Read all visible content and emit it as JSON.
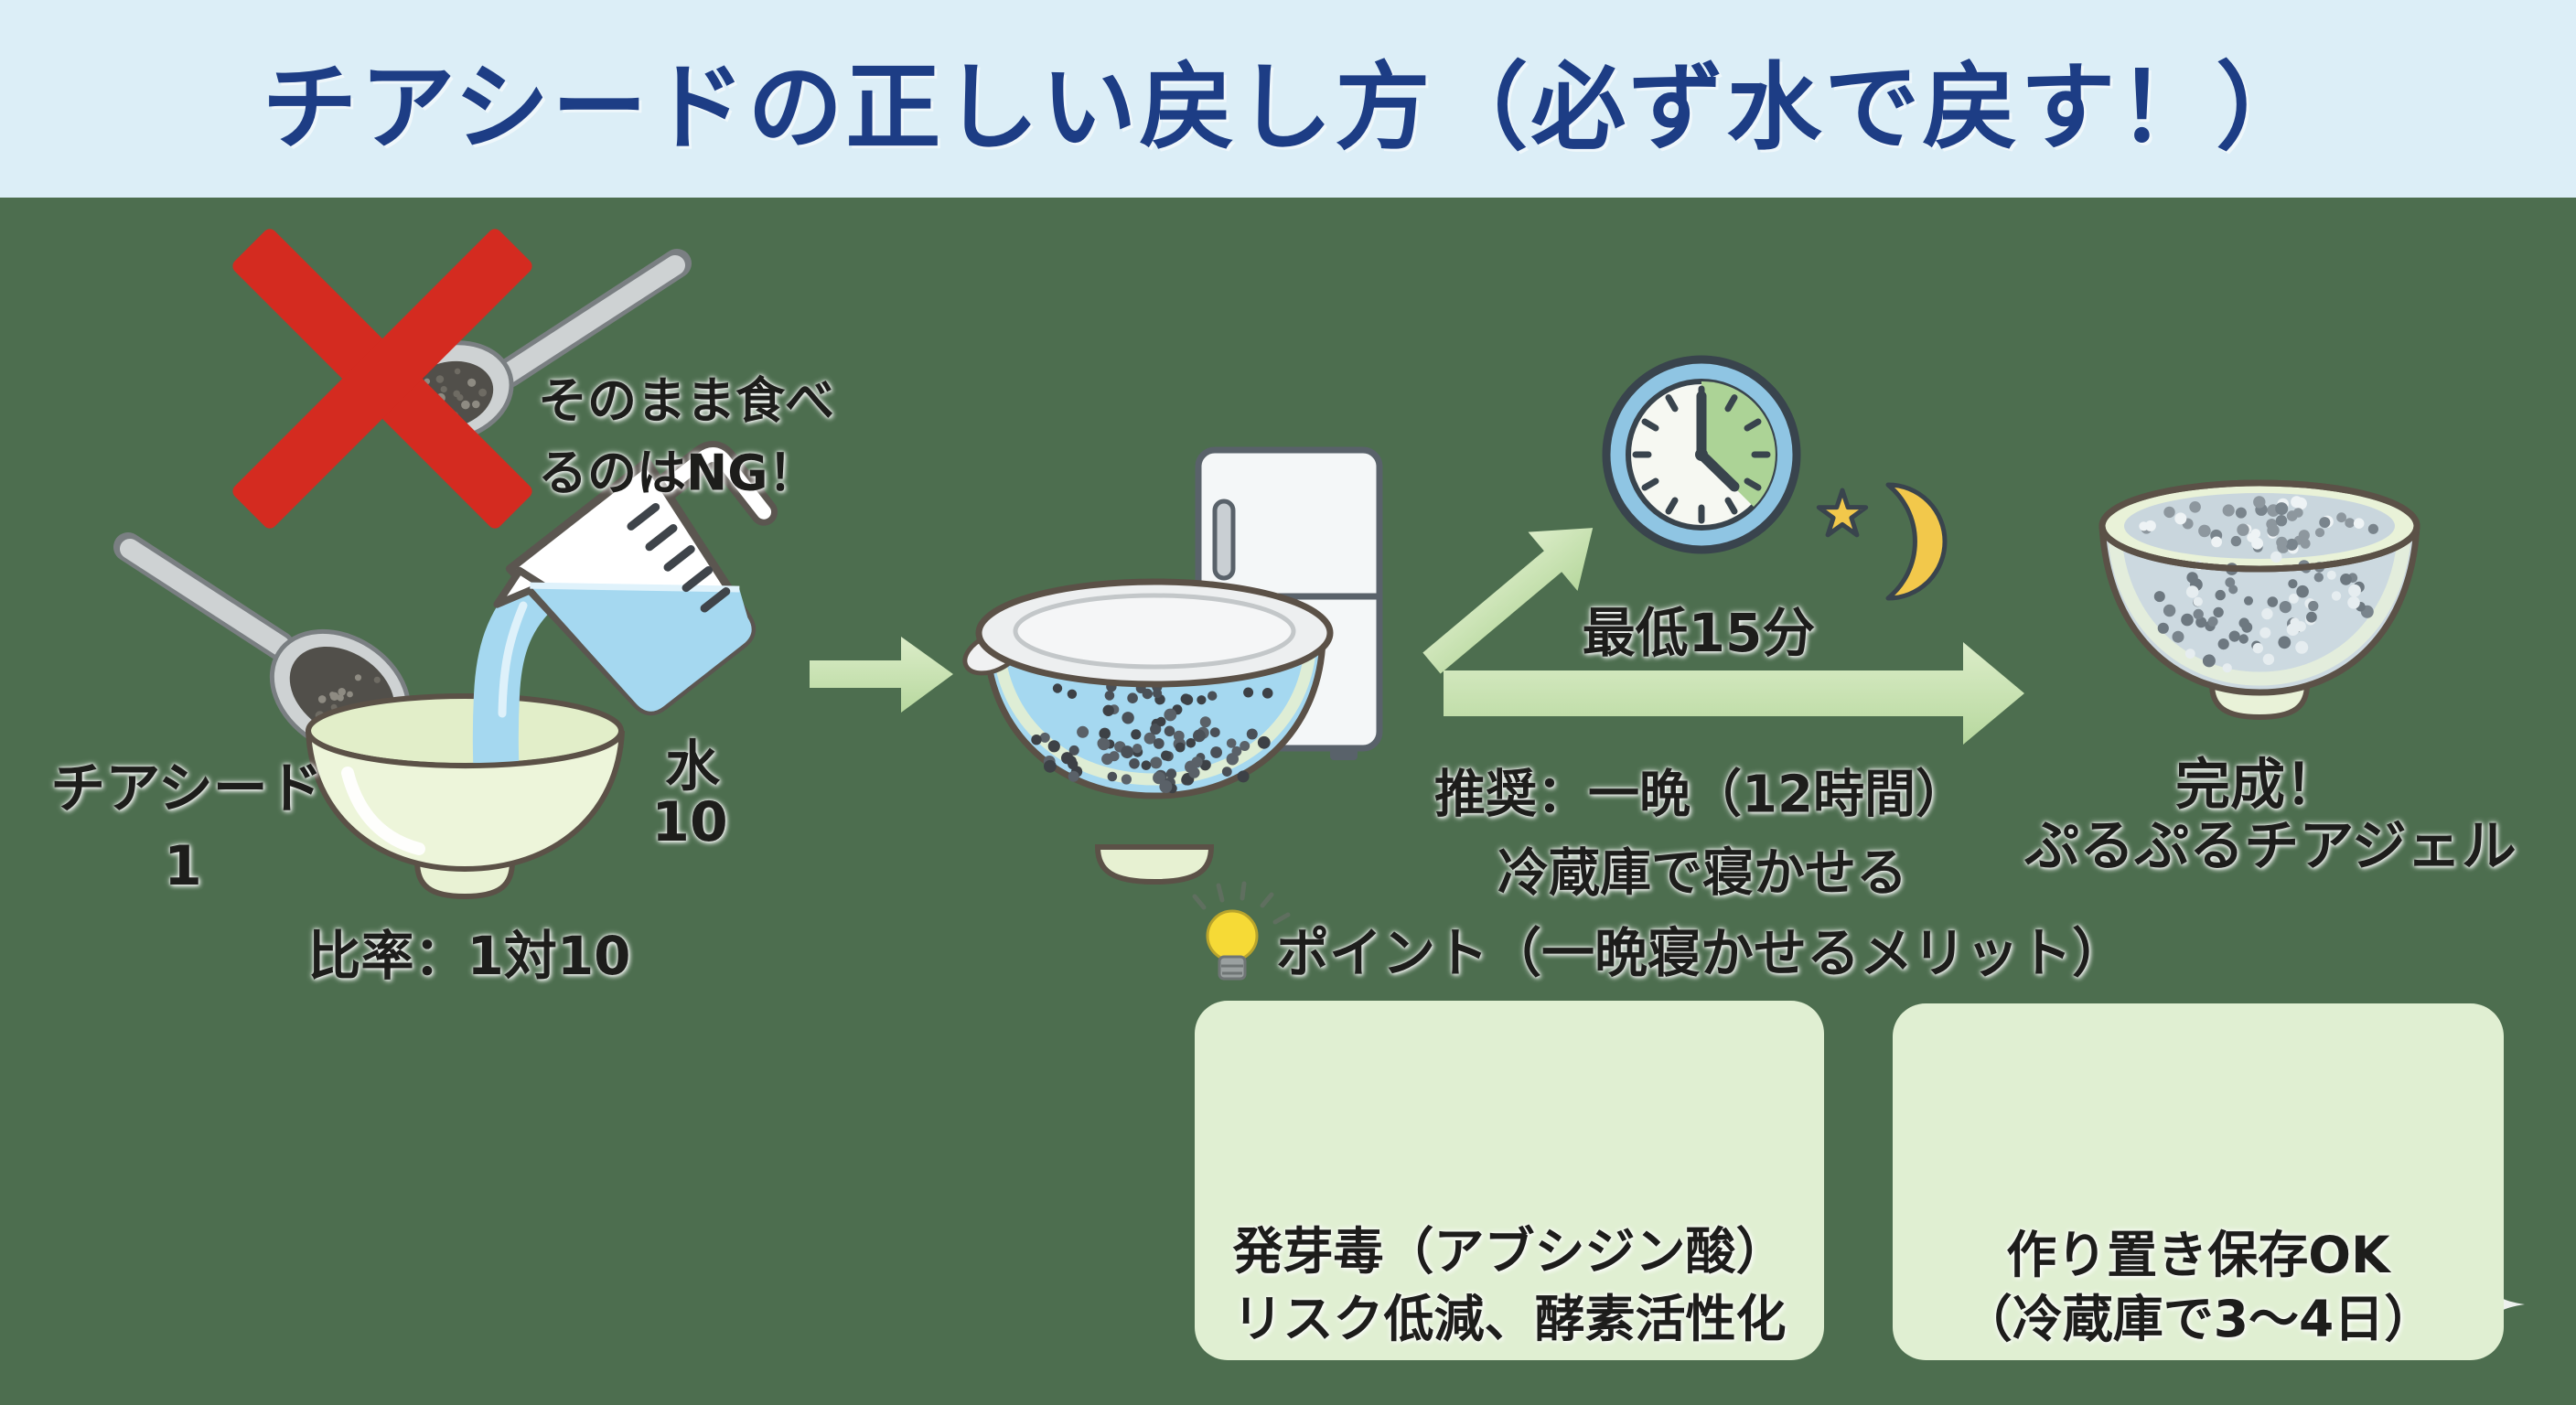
{
  "colors": {
    "panel-bg": "#4d6e4f",
    "titlebar-bg": "#dceef7",
    "title-ink": "#1d3d85",
    "text-ink": "#1d1d1b",
    "box-bg": "#e0efd2",
    "ng-red": "#d42b20",
    "water-blue": "#a5d8f0",
    "accent-yellow": "#f2c84b"
  },
  "title": "チアシードの正しい戻し方（必ず水で戻す！）",
  "ng": {
    "line1": "そのまま食べ",
    "line2": "るのはNG！"
  },
  "ingredients": {
    "chia_label": "チアシード",
    "chia_amount": "1",
    "water_label": "水",
    "water_amount": "10",
    "ratio": "比率：1対10"
  },
  "soak": {
    "min_label": "最低15分",
    "recommend_line1": "推奨：一晩（12時間）",
    "recommend_line2": "冷蔵庫で寝かせる"
  },
  "result": {
    "line1": "完成！",
    "line2": "ぷるぷるチアジェル"
  },
  "points": {
    "header": "ポイント（一晩寝かせるメリット）",
    "box1_line1": "発芽毒（アブシジン酸）",
    "box1_line2": "リスク低減、酵素活性化",
    "box2_line1": "作り置き保存OK",
    "box2_line2": "（冷蔵庫で3〜4日）"
  },
  "icons": [
    "cross-icon",
    "spoon-icon",
    "mixing-bowl-icon",
    "measuring-cup-icon",
    "arrow-right-icon",
    "refrigerator-icon",
    "covered-bowl-icon",
    "clock-icon",
    "star-icon",
    "moon-icon",
    "chia-gel-bowl-icon",
    "lightbulb-icon",
    "sprout-icon",
    "enzyme-icon",
    "starburst-icon",
    "storage-container-icon",
    "sparkle-icon"
  ]
}
